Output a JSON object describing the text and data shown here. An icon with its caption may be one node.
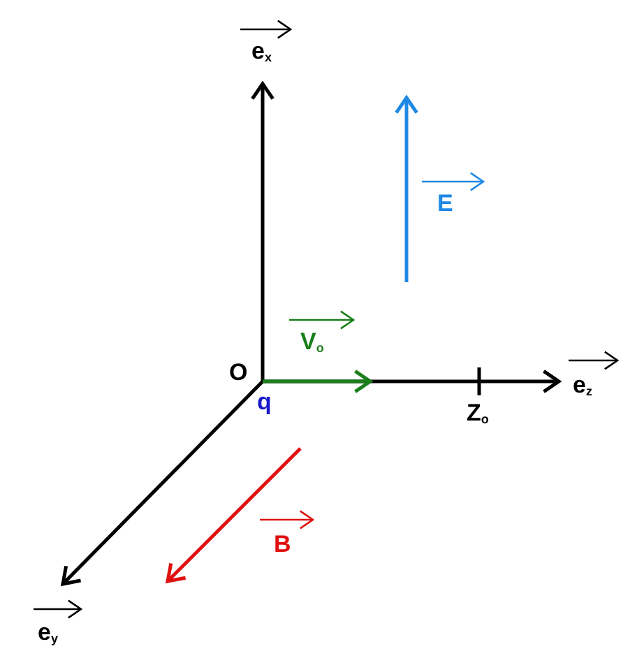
{
  "diagram": {
    "labels": [
      "e$_{x}$",
      "E",
      "V$_{o}$",
      "O",
      "q",
      "Z$_{o}$",
      "e$_{z}$",
      "B",
      "e$_{y}$"
    ]
  }
}
